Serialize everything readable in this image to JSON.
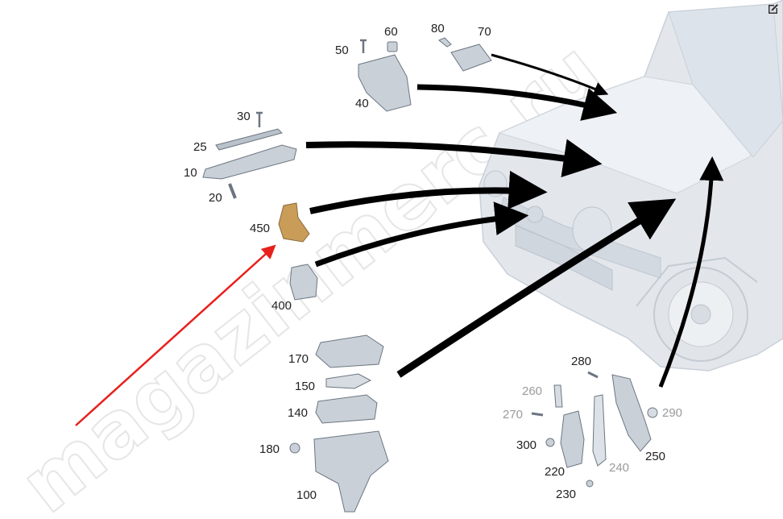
{
  "watermark": "magazinmerc.ru",
  "edit_icon": "edit-icon",
  "labels": {
    "l10": "10",
    "l20": "20",
    "l25": "25",
    "l30": "30",
    "l40": "40",
    "l50": "50",
    "l60": "60",
    "l70": "70",
    "l80": "80",
    "l100": "100",
    "l140": "140",
    "l150": "150",
    "l170": "170",
    "l180": "180",
    "l220": "220",
    "l230": "230",
    "l240": "240",
    "l250": "250",
    "l260": "260",
    "l270": "270",
    "l280": "280",
    "l290": "290",
    "l300": "300",
    "l400": "400",
    "l450": "450"
  },
  "highlight_color": "#e8201c",
  "arrow_color": "#000000",
  "highlighted_part": "450"
}
